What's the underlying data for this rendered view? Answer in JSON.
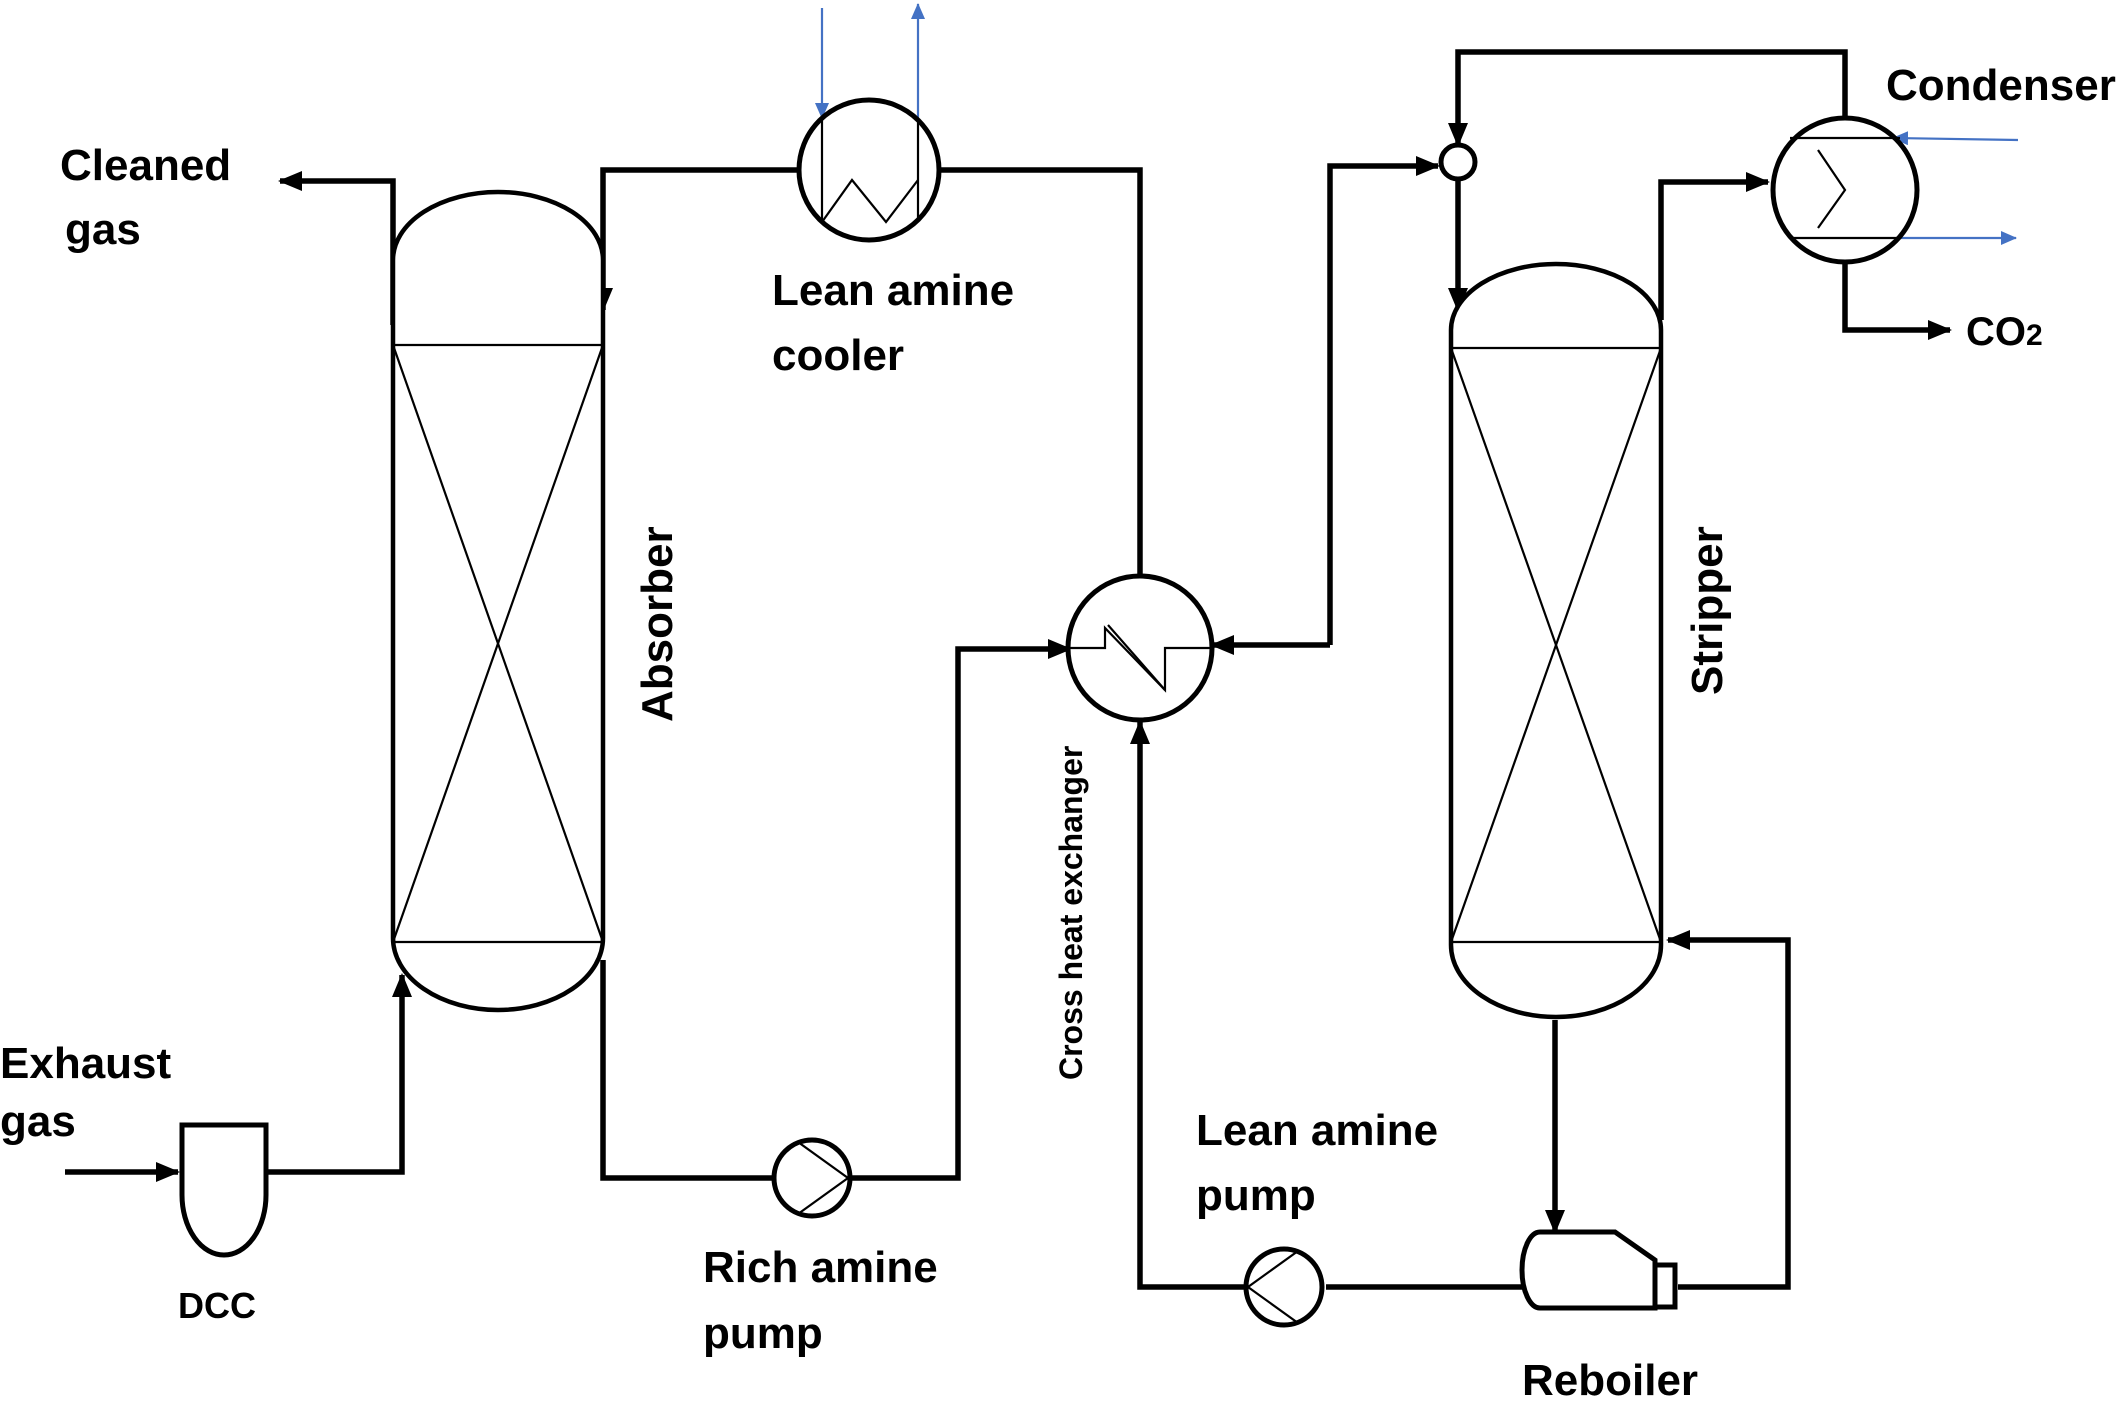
{
  "labels": {
    "cleaned_gas_line1": "Cleaned",
    "cleaned_gas_line2": "gas",
    "exhaust_gas_line1": "Exhaust",
    "exhaust_gas_line2": "gas",
    "dcc": "DCC",
    "absorber": "Absorber",
    "lean_amine_cooler_line1": "Lean amine",
    "lean_amine_cooler_line2": "cooler",
    "rich_amine_pump_line1": "Rich amine",
    "rich_amine_pump_line2": "pump",
    "cross_heat_exchanger": "Cross heat exchanger",
    "lean_amine_pump_line1": "Lean amine",
    "lean_amine_pump_line2": "pump",
    "stripper": "Stripper",
    "condenser": "Condenser",
    "co2_main": "CO",
    "co2_sub": "2",
    "reboiler": "Reboiler"
  },
  "colors": {
    "process_line": "#000000",
    "utility_line": "#4472c4",
    "background": "#ffffff"
  }
}
